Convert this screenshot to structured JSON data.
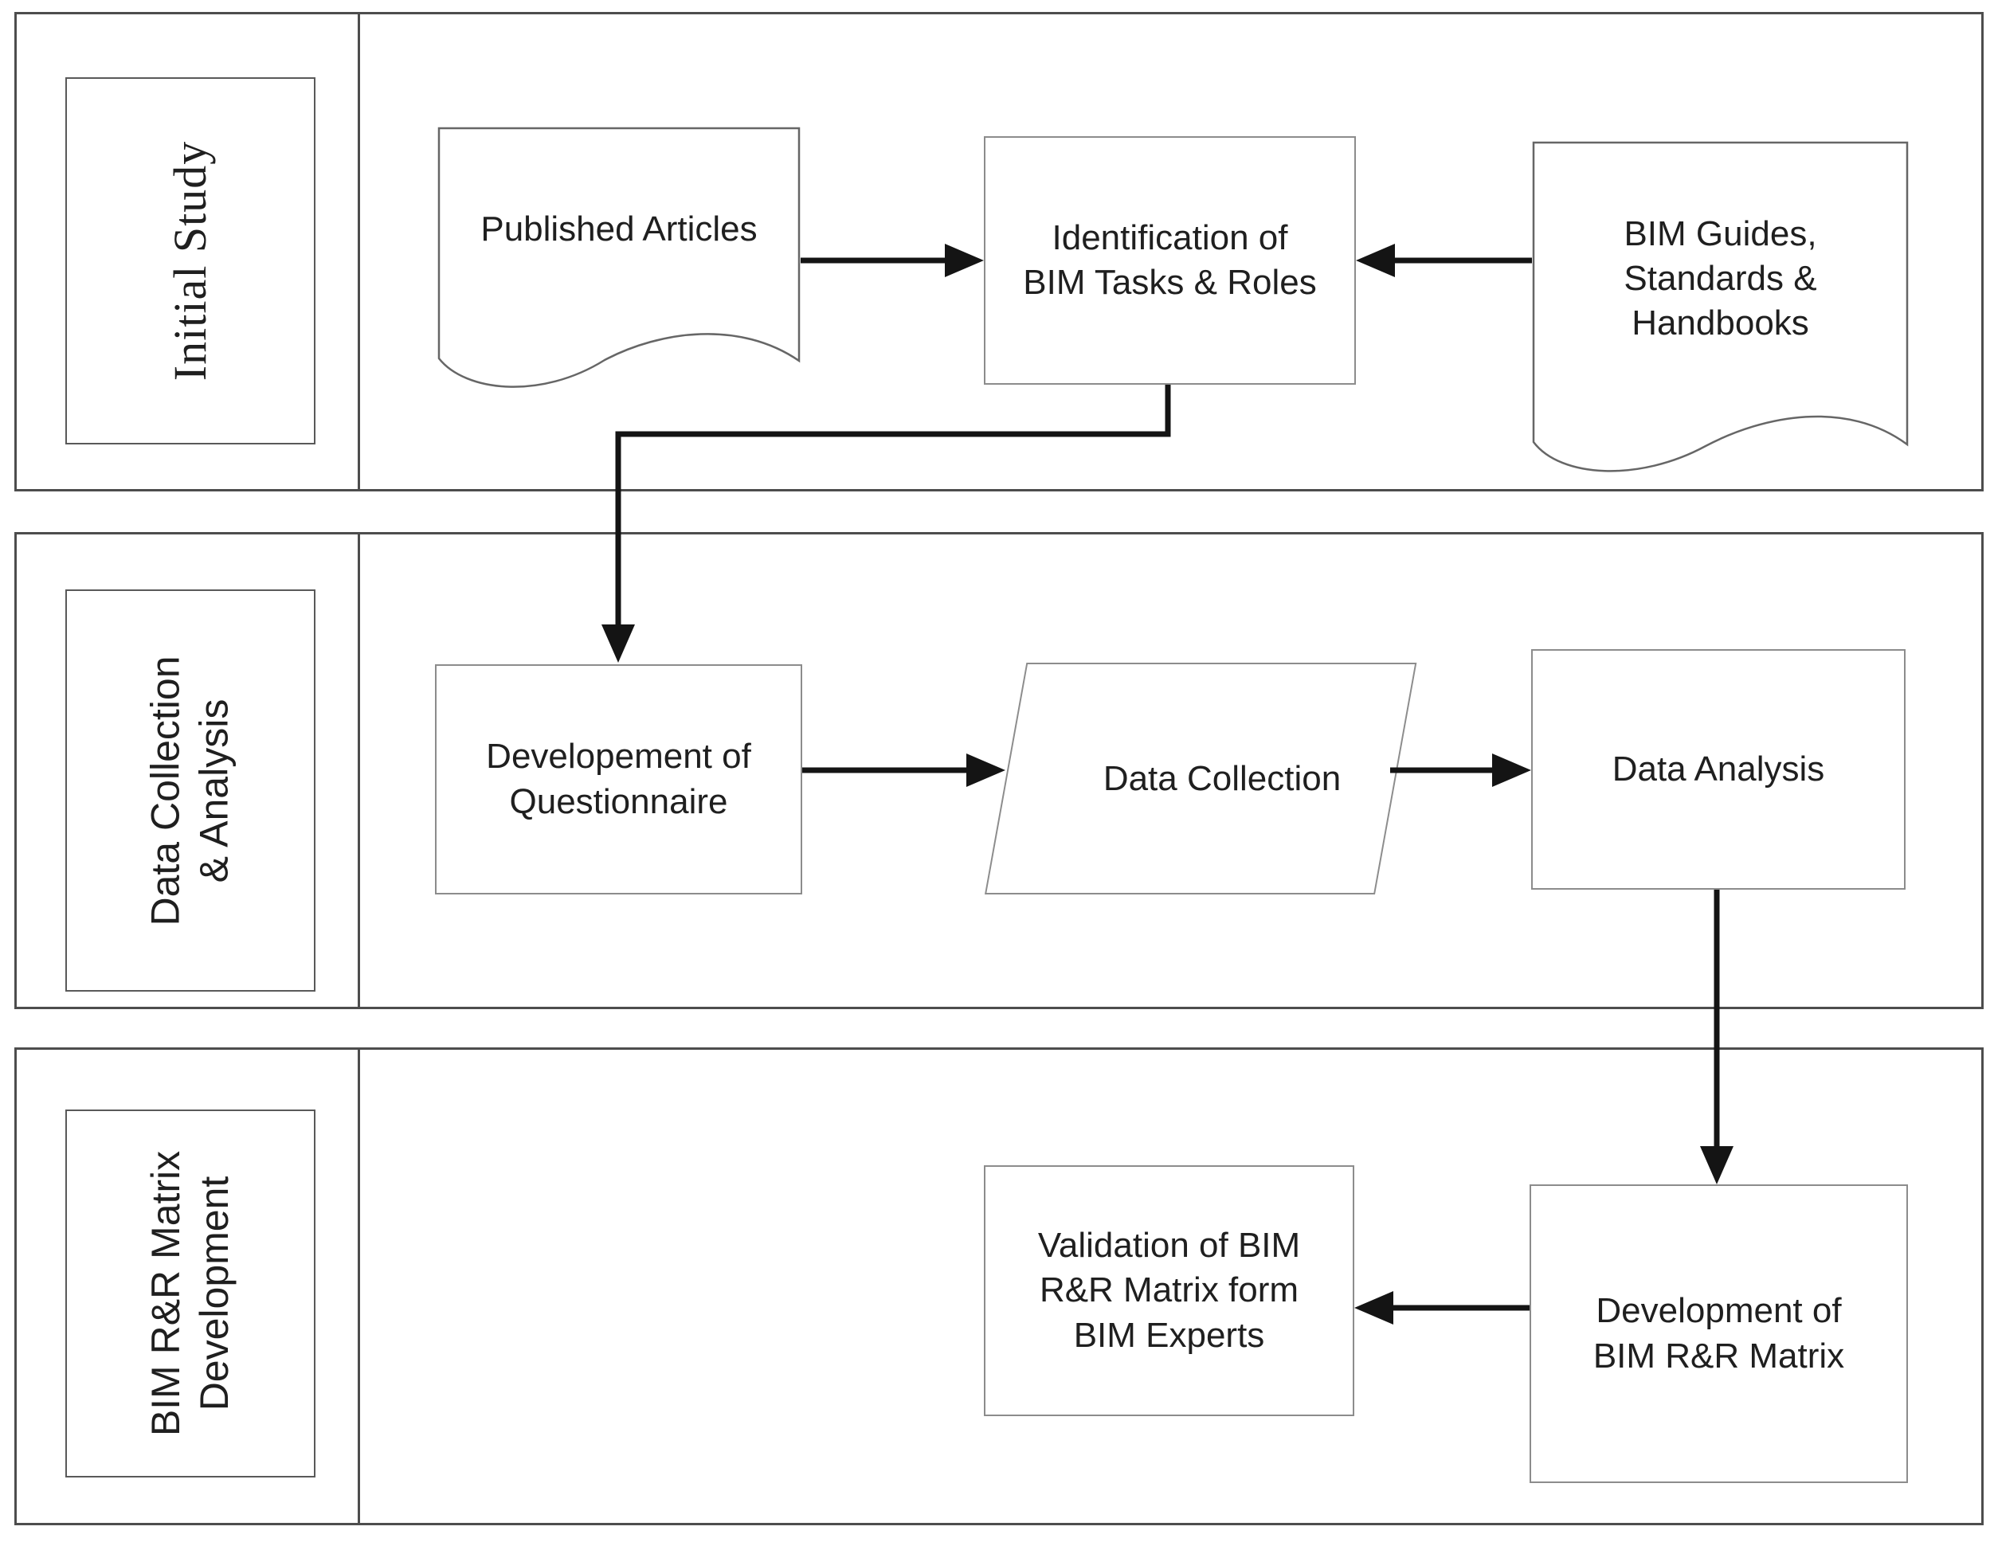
{
  "figure": {
    "type": "flowchart",
    "description_colors": {
      "background": "#ffffff",
      "text": "#1f1f1f",
      "connector_line": "#141414",
      "shape_border": "#8c8c8c",
      "document_border": "#666666",
      "lane_border": "#4d4d4d",
      "label_box_border": "#595959"
    }
  },
  "lanes": [
    {
      "id": "initial-study",
      "label_lines": [
        "Initial Study"
      ]
    },
    {
      "id": "data-collection-analysis",
      "label_lines": [
        "Data Collection",
        "& Analysis"
      ]
    },
    {
      "id": "bim-rr-matrix-development",
      "label_lines": [
        "BIM R&R Matrix",
        "Development"
      ]
    }
  ],
  "nodes": {
    "published_articles": {
      "shape": "document",
      "lines": [
        "Published Articles"
      ]
    },
    "identification": {
      "shape": "process",
      "lines": [
        "Identification of",
        "BIM Tasks & Roles"
      ]
    },
    "bim_guides": {
      "shape": "document",
      "lines": [
        "BIM Guides,",
        "Standards &",
        "Handbooks"
      ]
    },
    "development_questionnaire": {
      "shape": "process",
      "lines": [
        "Developement of",
        "Questionnaire"
      ]
    },
    "data_collection": {
      "shape": "parallelogram",
      "lines": [
        "Data Collection"
      ]
    },
    "data_analysis": {
      "shape": "process",
      "lines": [
        "Data Analysis"
      ]
    },
    "validation": {
      "shape": "process",
      "lines": [
        "Validation of BIM",
        "R&R Matrix form",
        "BIM Experts"
      ]
    },
    "development_matrix": {
      "shape": "process",
      "lines": [
        "Development of",
        "BIM R&R Matrix"
      ]
    }
  },
  "connectors": [
    {
      "from": "published_articles",
      "to": "identification"
    },
    {
      "from": "bim_guides",
      "to": "identification"
    },
    {
      "from": "identification",
      "to": "development_questionnaire"
    },
    {
      "from": "development_questionnaire",
      "to": "data_collection"
    },
    {
      "from": "data_collection",
      "to": "data_analysis"
    },
    {
      "from": "data_analysis",
      "to": "development_matrix"
    },
    {
      "from": "development_matrix",
      "to": "validation"
    }
  ]
}
